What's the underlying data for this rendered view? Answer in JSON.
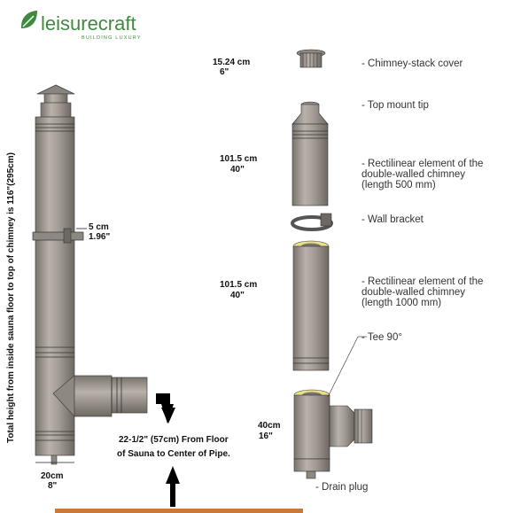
{
  "brand": {
    "name": "leisurecraft",
    "tagline": "BUILDING LUXURY",
    "color": "#3f8a3f"
  },
  "assembly": {
    "total_height": "Total height from inside sauna floor to top of chimney is 116\"(295cm)",
    "bracket_gap_cm": "5 cm",
    "bracket_gap_in": "1.96\"",
    "width_cm": "20cm",
    "width_in": "8\"",
    "pipe_center_note_1": "22-1/2\" (57cm) From Floor",
    "pipe_center_note_2": "of Sauna to Center of Pipe."
  },
  "components": [
    {
      "dim_cm": "15.24 cm",
      "dim_in": "6\"",
      "label": [
        "- Chimney-stack cover"
      ]
    },
    {
      "dim_cm": "",
      "dim_in": "",
      "label": [
        "- Top mount tip"
      ]
    },
    {
      "dim_cm": "101.5 cm",
      "dim_in": "40\"",
      "label": [
        "- Rectilinear element of the",
        "double-walled chimney",
        "(length 500 mm)"
      ]
    },
    {
      "dim_cm": "",
      "dim_in": "",
      "label": [
        "- Wall bracket"
      ]
    },
    {
      "dim_cm": "101.5 cm",
      "dim_in": "40\"",
      "label": [
        "- Rectilinear element of the",
        "double-walled chimney",
        "(length 1000 mm)"
      ]
    },
    {
      "dim_cm": "",
      "dim_in": "",
      "label": [
        "- Tee 90°"
      ]
    },
    {
      "dim_cm": "40cm",
      "dim_in": "16\"",
      "label": []
    },
    {
      "dim_cm": "",
      "dim_in": "",
      "label": [
        "- Drain plug"
      ]
    }
  ],
  "colors": {
    "pipe": "#a19a92",
    "pipe_dark": "#6e6862",
    "floor": "#c9793a",
    "insulation": "#e8e08a"
  }
}
